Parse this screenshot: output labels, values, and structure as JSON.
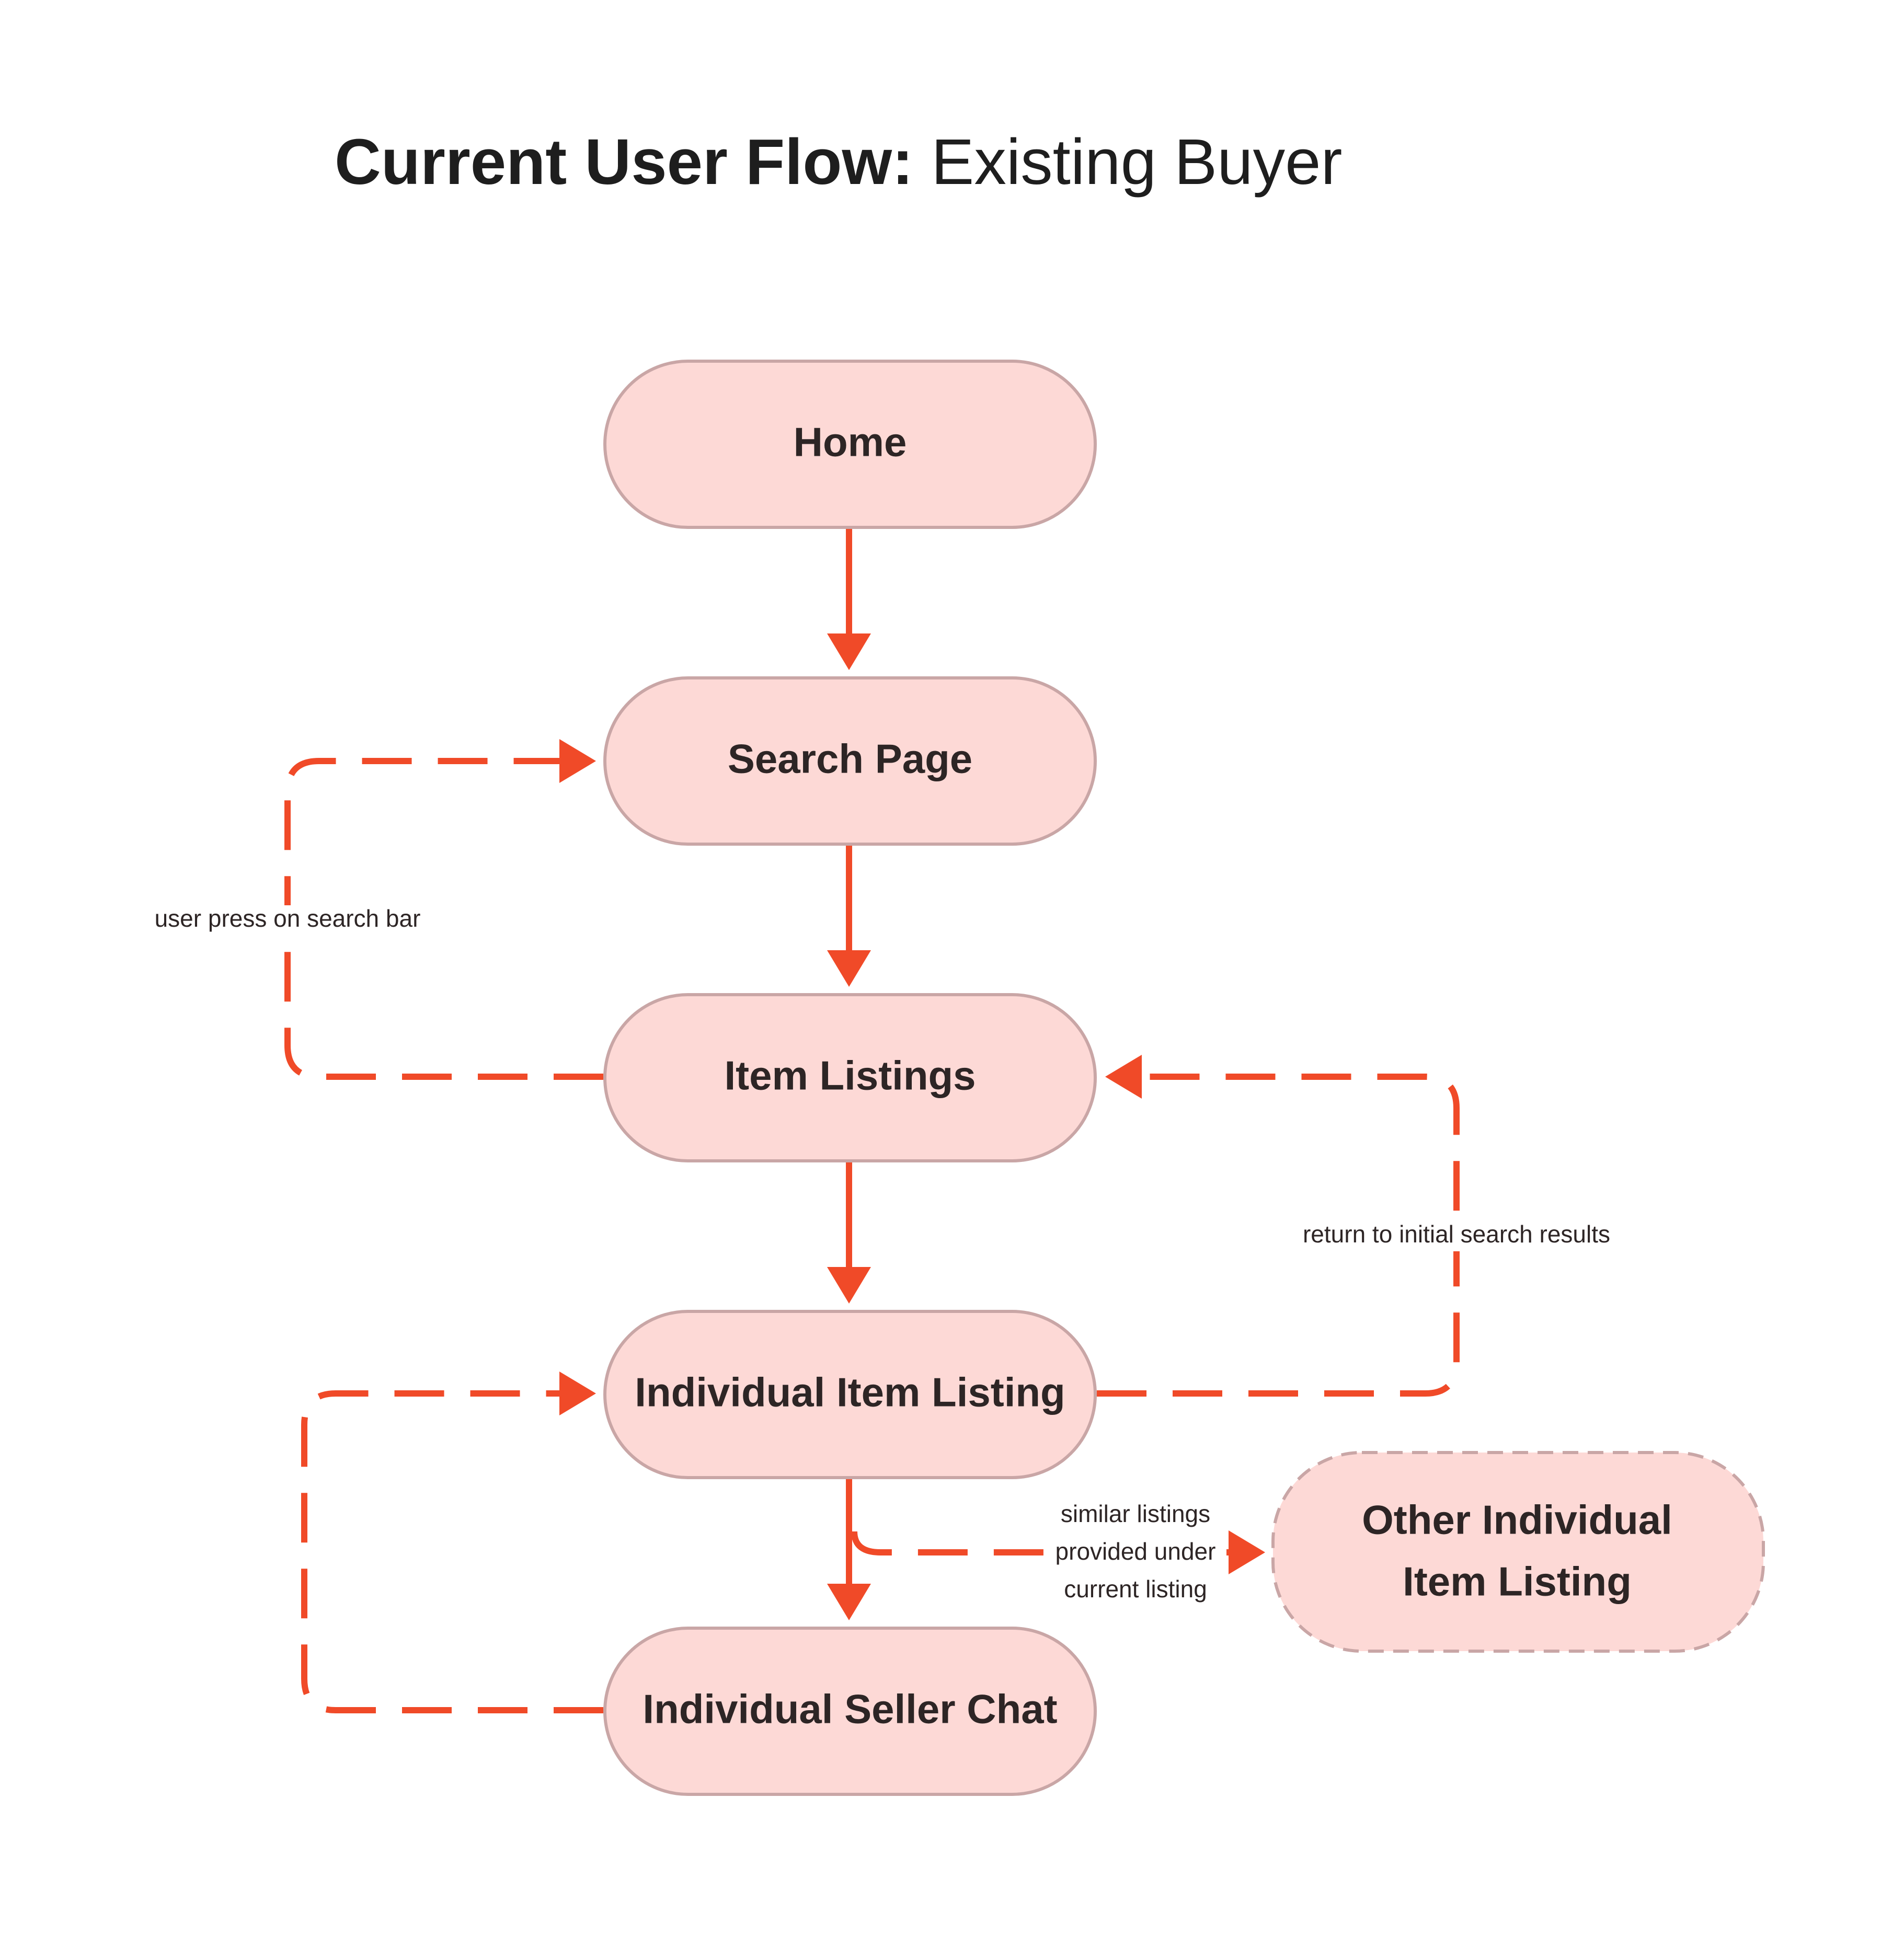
{
  "title": {
    "bold": "Current User Flow:",
    "light": " Existing Buyer"
  },
  "colors": {
    "node_fill": "#fdd9d6",
    "node_stroke": "#c9a6a6",
    "arrow": "#f04a28",
    "text": "#2d2525",
    "title": "#1e1e1e"
  },
  "nodes": {
    "home": {
      "label": "Home"
    },
    "search_page": {
      "label": "Search Page"
    },
    "item_listings": {
      "label": "Item Listings"
    },
    "individual_item_listing": {
      "label": "Individual Item Listing"
    },
    "individual_seller_chat": {
      "label": "Individual Seller Chat"
    },
    "other_individual_item_listing": {
      "line1": "Other Individual",
      "line2": "Item Listing"
    }
  },
  "edges": [
    {
      "from": "home",
      "to": "search_page",
      "style": "solid"
    },
    {
      "from": "search_page",
      "to": "item_listings",
      "style": "solid"
    },
    {
      "from": "item_listings",
      "to": "individual_item_listing",
      "style": "solid"
    },
    {
      "from": "individual_item_listing",
      "to": "individual_seller_chat",
      "style": "solid"
    },
    {
      "from": "item_listings",
      "to": "search_page",
      "style": "dashed",
      "label": "user press on search bar"
    },
    {
      "from": "individual_item_listing",
      "to": "item_listings",
      "style": "dashed",
      "label": "return to initial search results"
    },
    {
      "from": "individual_item_listing",
      "to": "other_individual_item_listing",
      "style": "dashed",
      "label_lines": [
        "similar listings",
        "provided under",
        "current listing"
      ]
    },
    {
      "from": "individual_seller_chat",
      "to": "individual_item_listing",
      "style": "dashed"
    }
  ]
}
